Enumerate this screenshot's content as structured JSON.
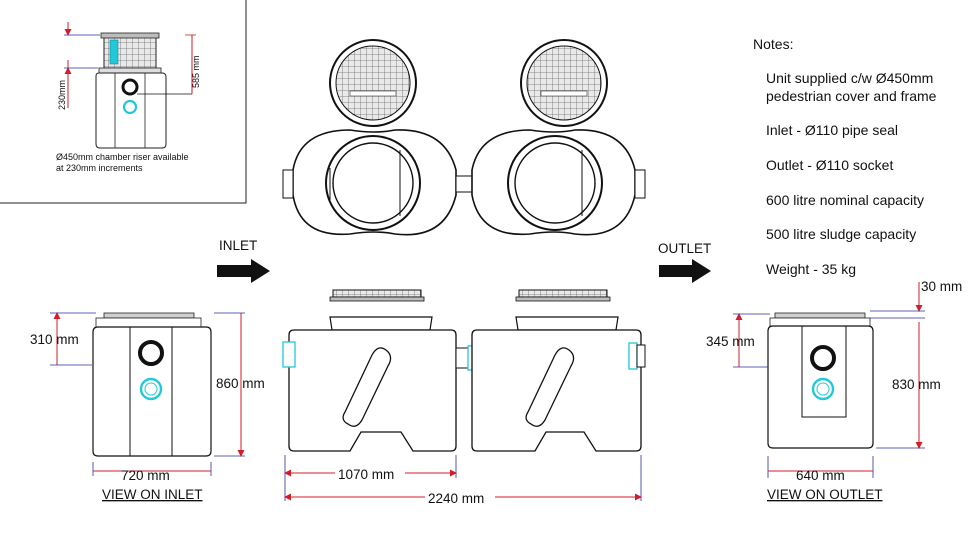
{
  "inset": {
    "dim_riser": "585 mm",
    "dim_230": "230mm",
    "note_line1": "Ø450mm chamber riser available",
    "note_line2": "at 230mm increments"
  },
  "flow": {
    "inlet": "INLET",
    "outlet": "OUTLET"
  },
  "inlet_view": {
    "dim_top": "310 mm",
    "dim_height": "860 mm",
    "dim_width": "720 mm",
    "caption": "VIEW ON INLET"
  },
  "side_view": {
    "dim_tank": "1070 mm",
    "dim_total": "2240 mm"
  },
  "outlet_view": {
    "dim_lid": "30 mm",
    "dim_top": "345 mm",
    "dim_height": "830 mm",
    "dim_width": "640 mm",
    "caption": "VIEW ON OUTLET"
  },
  "notes": {
    "heading": "Notes:",
    "items": [
      "Unit supplied c/w Ø450mm",
      "pedestrian cover and frame",
      "Inlet - Ø110 pipe seal",
      "Outlet - Ø110 socket",
      "600 litre nominal capacity",
      "500 litre sludge capacity",
      "Weight - 35 kg"
    ]
  },
  "colors": {
    "dimension_red": "#d21e2a",
    "dimension_blue": "#2b2f9e",
    "outline": "#1a1a1a",
    "pipe_cyan": "#22c8d8",
    "lid_gray": "#cfcfcf"
  }
}
